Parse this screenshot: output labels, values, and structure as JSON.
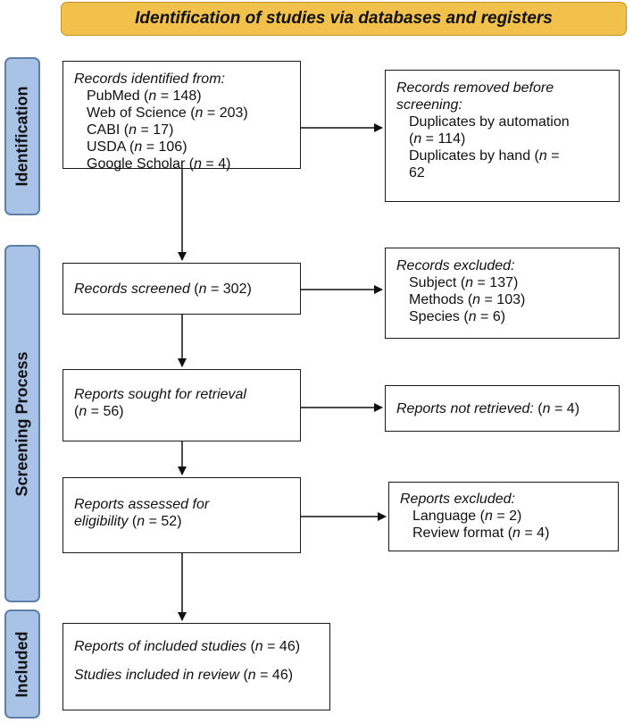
{
  "header": "Identification of studies via databases and registers",
  "stages": {
    "identification": "Identification",
    "screening": "Screening Process",
    "included": "Included"
  },
  "n_label": "n",
  "boxes": {
    "identified": {
      "title": "Records identified from:",
      "items": [
        {
          "name": "PubMed",
          "n": "148"
        },
        {
          "name": "Web of Science",
          "n": "203"
        },
        {
          "name": "CABI",
          "n": "17"
        },
        {
          "name": "USDA",
          "n": "106"
        },
        {
          "name": "Google Scholar",
          "n": "4"
        }
      ]
    },
    "removed": {
      "title_1": "Records removed before",
      "title_2": "screening:",
      "item1_label": "Duplicates by automation",
      "item1_n": "114",
      "item2_label": "Duplicates by hand",
      "item2_n": "62"
    },
    "screened": {
      "title": "Records screened",
      "n": "302"
    },
    "excluded": {
      "title": "Records excluded:",
      "items": [
        {
          "name": "Subject",
          "n": "137"
        },
        {
          "name": "Methods",
          "n": "103"
        },
        {
          "name": "Species",
          "n": "6"
        }
      ]
    },
    "sought": {
      "title": "Reports sought for retrieval",
      "n": "56"
    },
    "not_retrieved": {
      "title": "Reports not retrieved:",
      "n": "4"
    },
    "assessed": {
      "title_1": "Reports assessed for",
      "title_2": "eligibility",
      "n": "52"
    },
    "reports_excluded": {
      "title": "Reports excluded:",
      "items": [
        {
          "name": "Language",
          "n": "2"
        },
        {
          "name": "Review format",
          "n": "4"
        }
      ]
    },
    "included": {
      "line1": "Reports of included studies",
      "n1": "46",
      "line2": "Studies included in review",
      "n2": "46"
    }
  }
}
